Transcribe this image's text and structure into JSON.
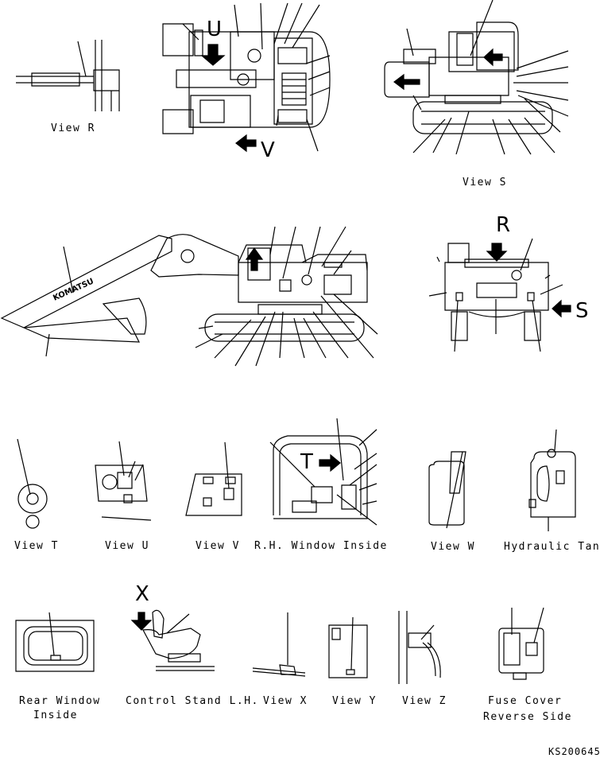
{
  "labels": {
    "view_r": "View R",
    "view_s": "View S",
    "view_t": "View T",
    "view_u": "View U",
    "view_v": "View V",
    "rh_window": "R.H. Window Inside",
    "view_w": "View W",
    "hydraulic_tank": "Hydraulic Tank",
    "rear_window_1": "Rear Window",
    "rear_window_2": "Inside",
    "control_stand": "Control Stand L.H.",
    "view_x": "View X",
    "view_y": "View Y",
    "view_z": "View Z",
    "fuse_cover_1": "Fuse Cover",
    "fuse_cover_2": "Reverse Side"
  },
  "view_letters": {
    "u": "U",
    "v": "V",
    "r": "R",
    "s": "S",
    "t": "T",
    "x": "X"
  },
  "boom_brand": "KOMATSU",
  "drawing_code": "KS200645"
}
